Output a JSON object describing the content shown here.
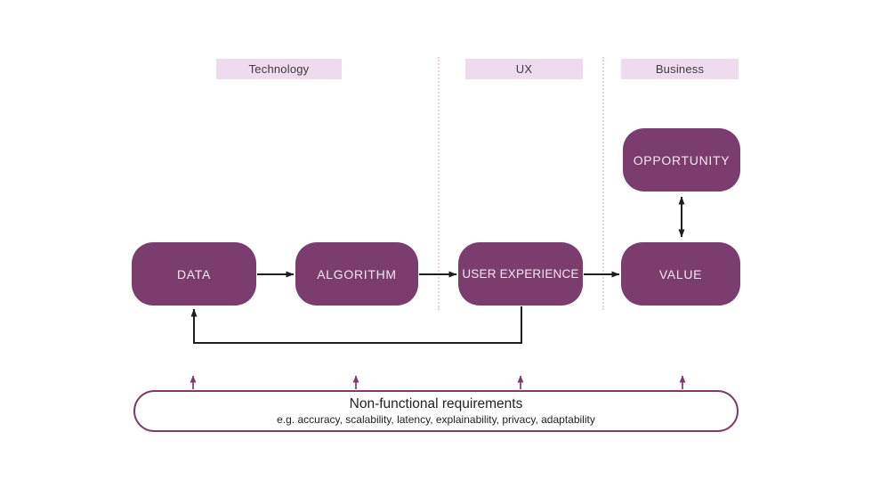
{
  "diagram": {
    "sections": [
      {
        "label": "Technology"
      },
      {
        "label": "UX"
      },
      {
        "label": "Business"
      }
    ],
    "nodes": {
      "data": "DATA",
      "algorithm": "ALGORITHM",
      "user_experience": "USER EXPERIENCE",
      "value": "VALUE",
      "opportunity": "OPPORTUNITY"
    },
    "nfr": {
      "title": "Non-functional requirements",
      "subtitle": "e.g. accuracy, scalability, latency, explainability, privacy, adaptability"
    },
    "colors": {
      "node_fill": "#7b3d6e",
      "node_text": "#f2e8f1",
      "section_bg": "#eedcee",
      "section_text": "#3d3d3d",
      "divider": "#edcde7",
      "arrow_black": "#1f1f1f",
      "arrow_purple": "#7d3c6d",
      "nfr_border": "#7d3c6d",
      "nfr_text": "#222222"
    }
  }
}
